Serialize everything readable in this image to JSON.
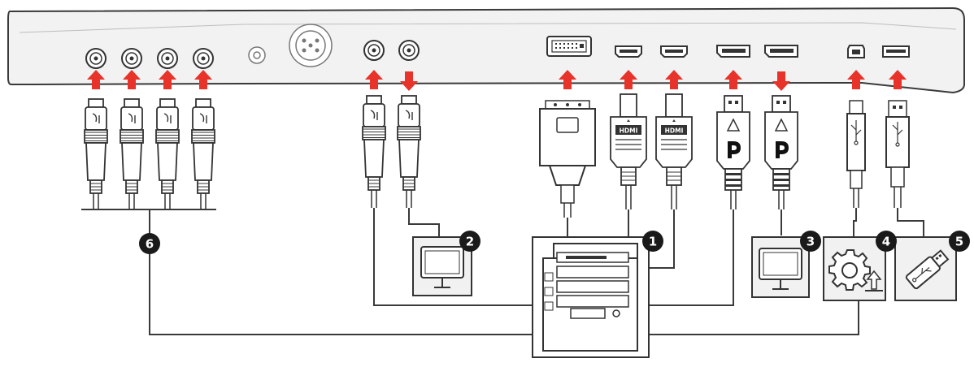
{
  "colors": {
    "arrow": "#e8332a",
    "line": "#3a3a3a",
    "panel_fill": "#f1f1f1",
    "callout_fill": "#1a1a1a",
    "callout_text": "#ffffff"
  },
  "callouts": [
    "1",
    "2",
    "3",
    "4",
    "5",
    "6"
  ],
  "connector_labels": {
    "hdmi": "HDMI"
  },
  "ports": [
    {
      "id": "bnc-in-1",
      "type": "bnc",
      "direction": "in"
    },
    {
      "id": "bnc-in-2",
      "type": "bnc",
      "direction": "in"
    },
    {
      "id": "bnc-in-3",
      "type": "bnc",
      "direction": "in"
    },
    {
      "id": "bnc-in-4",
      "type": "bnc",
      "direction": "in"
    },
    {
      "id": "power-jack",
      "type": "dc",
      "direction": "none"
    },
    {
      "id": "xlr-power",
      "type": "xlr",
      "direction": "none"
    },
    {
      "id": "bnc-in-5",
      "type": "bnc",
      "direction": "in"
    },
    {
      "id": "bnc-out",
      "type": "bnc",
      "direction": "out"
    },
    {
      "id": "dvi-in",
      "type": "dvi",
      "direction": "in"
    },
    {
      "id": "hdmi-in-1",
      "type": "hdmi",
      "direction": "in"
    },
    {
      "id": "hdmi-in-2",
      "type": "hdmi",
      "direction": "in"
    },
    {
      "id": "dp-in",
      "type": "displayport",
      "direction": "in"
    },
    {
      "id": "dp-out",
      "type": "displayport",
      "direction": "out"
    },
    {
      "id": "usb-b",
      "type": "usb-b",
      "direction": "in"
    },
    {
      "id": "usb-a",
      "type": "usb-a",
      "direction": "in"
    }
  ],
  "devices": [
    {
      "id": "computer",
      "callout": "1",
      "icon": "computer-tower-icon"
    },
    {
      "id": "monitor-sdi",
      "callout": "2",
      "icon": "monitor-icon"
    },
    {
      "id": "monitor-dp",
      "callout": "3",
      "icon": "monitor-icon"
    },
    {
      "id": "service",
      "callout": "4",
      "icon": "gear-update-icon"
    },
    {
      "id": "usb-stick",
      "callout": "5",
      "icon": "usb-stick-icon"
    }
  ]
}
